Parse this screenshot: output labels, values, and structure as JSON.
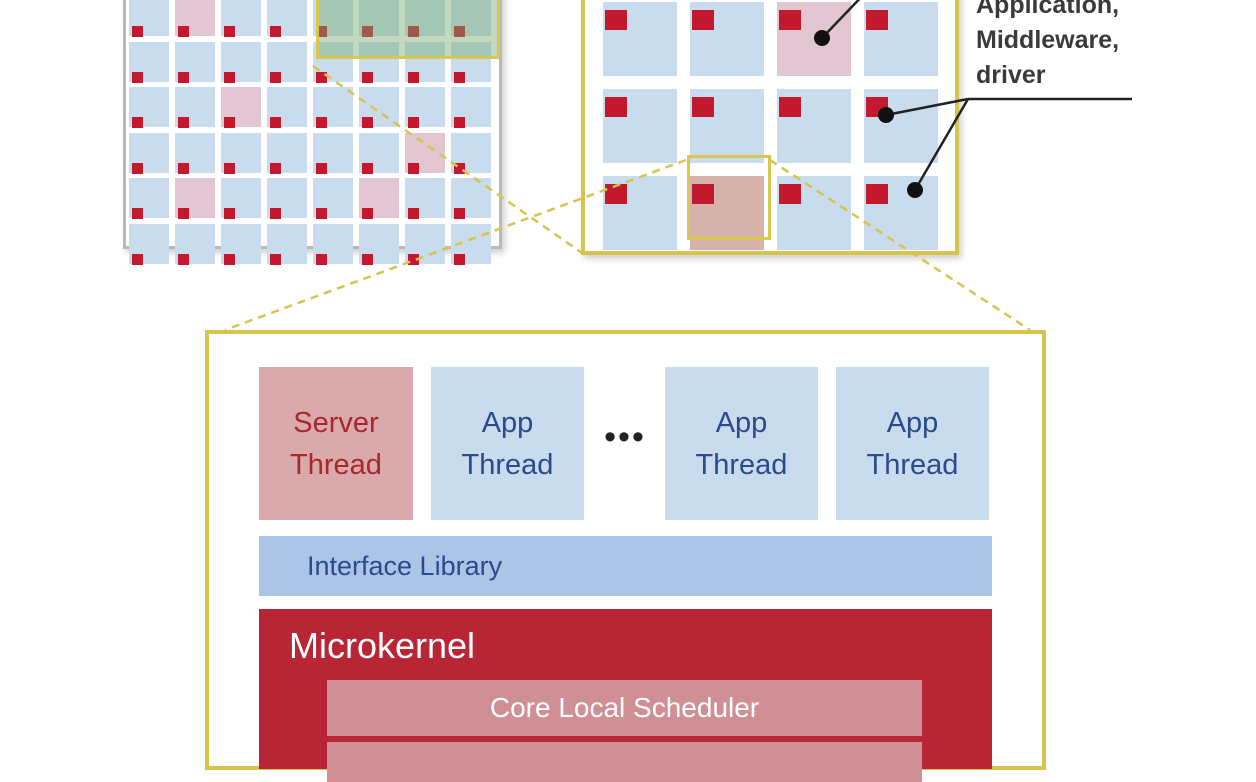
{
  "callout": {
    "lines": [
      "Application,",
      "Middleware,",
      "driver"
    ]
  },
  "threads": [
    {
      "kind": "server",
      "line1": "Server",
      "line2": "Thread"
    },
    {
      "kind": "app",
      "line1": "App",
      "line2": "Thread"
    },
    {
      "kind": "app",
      "line1": "App",
      "line2": "Thread"
    },
    {
      "kind": "app",
      "line1": "App",
      "line2": "Thread"
    }
  ],
  "ellipsis": "•••",
  "interface_library": "Interface Library",
  "microkernel": {
    "title": "Microkernel",
    "scheduler": "Core Local Scheduler"
  },
  "colors": {
    "tile_blue": "#c8dcee",
    "tile_pink": "#e2c6d1",
    "core_red": "#c2192e",
    "highlight_gold": "#d6c44e",
    "kernel_red": "#b82534",
    "server_thread": "#d9a9ab",
    "interface_blue": "#abc5e6"
  }
}
